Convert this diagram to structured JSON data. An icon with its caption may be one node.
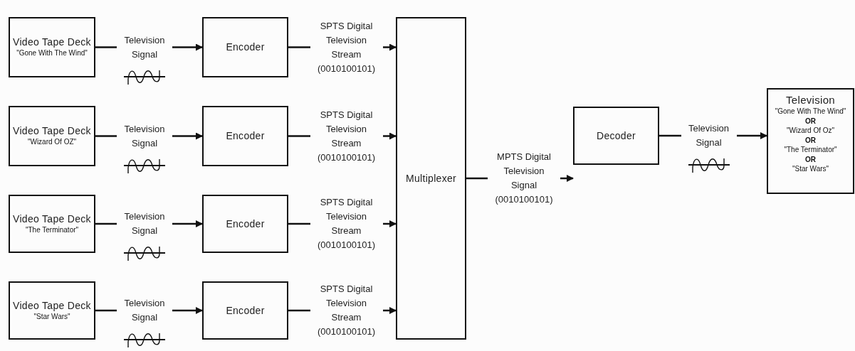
{
  "diagram": {
    "nodes": [
      {
        "text": [
          "Video Tape Deck",
          "\"Gone With The Wind\""
        ]
      },
      {
        "text": [
          "Encoder"
        ]
      },
      {
        "text": [
          "Video Tape Deck",
          "\"Wizard Of OZ\""
        ]
      },
      {
        "text": [
          "Encoder"
        ]
      },
      {
        "text": [
          "Video Tape Deck",
          "\"The Terminator\""
        ]
      },
      {
        "text": [
          "Encoder"
        ]
      },
      {
        "text": [
          "Video Tape Deck",
          "\"Star Wars\""
        ]
      },
      {
        "text": [
          "Encoder"
        ]
      },
      {
        "text": [
          "Multiplexer"
        ]
      },
      {
        "text": [
          "Decoder"
        ]
      },
      {
        "text": [
          "Television",
          "\"Gone With The Wind\"",
          "OR",
          "\"Wizard Of Oz\"",
          "OR",
          "\"The Terminator\"",
          "OR",
          "\"Star Wars\""
        ]
      }
    ],
    "edges": [
      {
        "from": 0,
        "to": 1,
        "arrow": "to",
        "label": "Television Signal"
      },
      {
        "from": 2,
        "to": 3,
        "arrow": "to",
        "label": "Television Signal"
      },
      {
        "from": 4,
        "to": 5,
        "arrow": "to",
        "label": "Television Signal"
      },
      {
        "from": 6,
        "to": 7,
        "arrow": "to",
        "label": "Television Signal"
      },
      {
        "from": 1,
        "to": 8,
        "arrow": "to",
        "label": "SPTS Digital Television Stream (0010100101)"
      },
      {
        "from": 3,
        "to": 8,
        "arrow": "to",
        "label": "SPTS Digital Television Stream (0010100101)"
      },
      {
        "from": 5,
        "to": 8,
        "arrow": "to",
        "label": "SPTS Digital Television Stream (0010100101)"
      },
      {
        "from": 7,
        "to": 8,
        "arrow": "to",
        "label": "SPTS Digital Television Stream (0010100101)"
      },
      {
        "from": 8,
        "to": 9,
        "arrow": "to",
        "label": "MPTS Digital Television Signal (0010100101)"
      },
      {
        "from": 9,
        "to": 10,
        "arrow": "to",
        "label": "Television Signal"
      }
    ]
  }
}
